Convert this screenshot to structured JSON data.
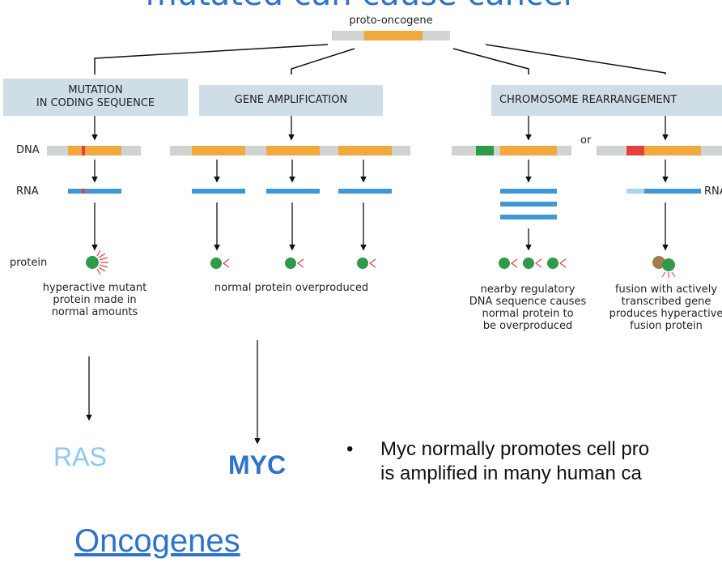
{
  "title": "mutated can cause cancer",
  "proto_oncogene_label": "proto-oncogene",
  "headers": {
    "mutation": "MUTATION\nIN CODING SEQUENCE",
    "amplification": "GENE AMPLIFICATION",
    "rearrangement": "CHROMOSOME REARRANGEMENT"
  },
  "row_labels": {
    "dna": "DNA",
    "rna": "RNA",
    "protein": "protein",
    "rna_right": "RNA"
  },
  "or_label": "or",
  "captions": {
    "mutation": "hyperactive mutant\nprotein made in\nnormal amounts",
    "amplification": "normal protein overproduced",
    "regulatory": "nearby regulatory\nDNA sequence causes\nnormal protein to\nbe overproduced",
    "fusion": "fusion with actively\ntranscribed gene\nproduces hyperactive\nfusion protein"
  },
  "genes": {
    "ras": "RAS",
    "myc": "MYC"
  },
  "bullet": {
    "symbol": "•",
    "line1": "Myc normally promotes cell pro",
    "line2": "is amplified in many human ca"
  },
  "oncogenes": "Oncogenes",
  "colors": {
    "title": "#2e73c9",
    "orange": "#f0a93e",
    "gray": "#cfd3d2",
    "blue": "#3f97d6",
    "light_blue": "#a9d4ee",
    "green": "#2f9a4a",
    "red": "#e0413d",
    "brown": "#a07c4e",
    "header_bg": "#cfdde6",
    "ras": "#8ec9ef"
  }
}
